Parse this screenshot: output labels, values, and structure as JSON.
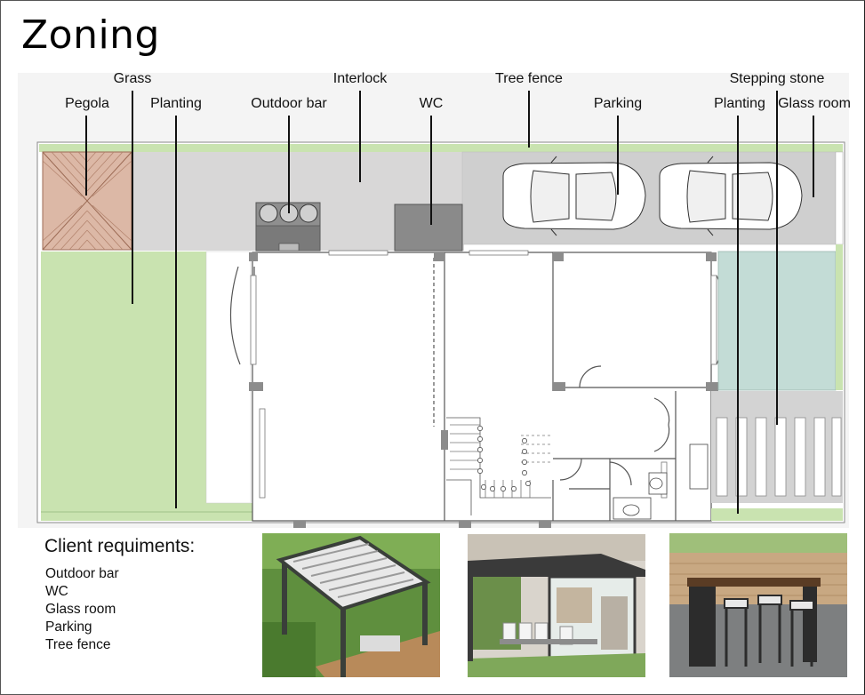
{
  "title": "Zoning",
  "plan_labels": {
    "pegola": "Pegola",
    "grass": "Grass",
    "planting_left": "Planting",
    "outdoor_bar": "Outdoor bar",
    "interlock": "Interlock",
    "wc": "WC",
    "tree_fence": "Tree fence",
    "parking": "Parking",
    "planting_right": "Planting",
    "stepping_stone": "Stepping stone",
    "glass_room": "Glass room"
  },
  "client_requirements": {
    "heading": "Client requiments:",
    "items": [
      "Outdoor bar",
      "WC",
      "Glass room",
      "Parking",
      "Tree fence"
    ]
  },
  "photos": [
    {
      "icon": "pergola-photo-icon"
    },
    {
      "icon": "glass-room-photo-icon"
    },
    {
      "icon": "outdoor-bar-photo-icon"
    }
  ],
  "colors": {
    "grass": "#c9e3b0",
    "paving": "#d8d7d7",
    "parking": "#cfcfcf",
    "pool": "#c3dcd6",
    "pergola": "#dcb8a6",
    "wc_block": "#8a8a8a",
    "leader": "#111111"
  }
}
